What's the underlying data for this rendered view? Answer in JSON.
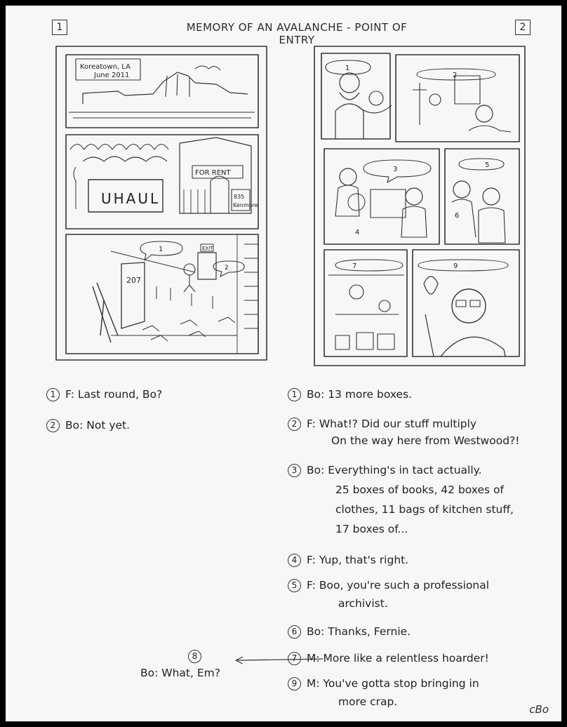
{
  "header": {
    "title": "MEMORY OF AN AVALANCHE - POINT OF ENTRY",
    "left_page_number": "1",
    "right_page_number": "2"
  },
  "panels": {
    "caption": "Koreatown, LA\nJune 2011",
    "uhaul_sign": "UHAUL",
    "for_rent_sign": "FOR RENT",
    "address_sign": "835\nKenmore",
    "door_number": "207",
    "exit_sign": "EXIT",
    "bubble_numbers_left": [
      "1",
      "2"
    ],
    "bubble_numbers_right": [
      "1",
      "2",
      "3",
      "4",
      "5",
      "6",
      "7",
      "9"
    ]
  },
  "script_left": [
    {
      "num": "1",
      "text": "F: Last round, Bo?"
    },
    {
      "num": "2",
      "text": "Bo: Not yet."
    }
  ],
  "script_right": [
    {
      "num": "1",
      "lines": [
        "Bo: 13 more boxes."
      ]
    },
    {
      "num": "2",
      "lines": [
        "F: What!? Did our stuff multiply",
        "On the way here from Westwood?!"
      ]
    },
    {
      "num": "3",
      "lines": [
        "Bo: Everything's in tact actually.",
        "25 boxes of books, 42 boxes of",
        "clothes, 11 bags of kitchen stuff,",
        "17 boxes of..."
      ]
    },
    {
      "num": "4",
      "lines": [
        "F: Yup, that's right."
      ]
    },
    {
      "num": "5",
      "lines": [
        "F: Boo, you're such a professional",
        "archivist."
      ]
    },
    {
      "num": "6",
      "lines": [
        "Bo: Thanks, Fernie."
      ]
    },
    {
      "num": "7",
      "lines": [
        "M: More like a relentless hoarder!"
      ]
    },
    {
      "num": "9",
      "lines": [
        "M: You've gotta stop bringing in",
        "more crap."
      ]
    }
  ],
  "side_note": {
    "num": "8",
    "text": "Bo: What, Em?"
  },
  "signature": "cBo"
}
